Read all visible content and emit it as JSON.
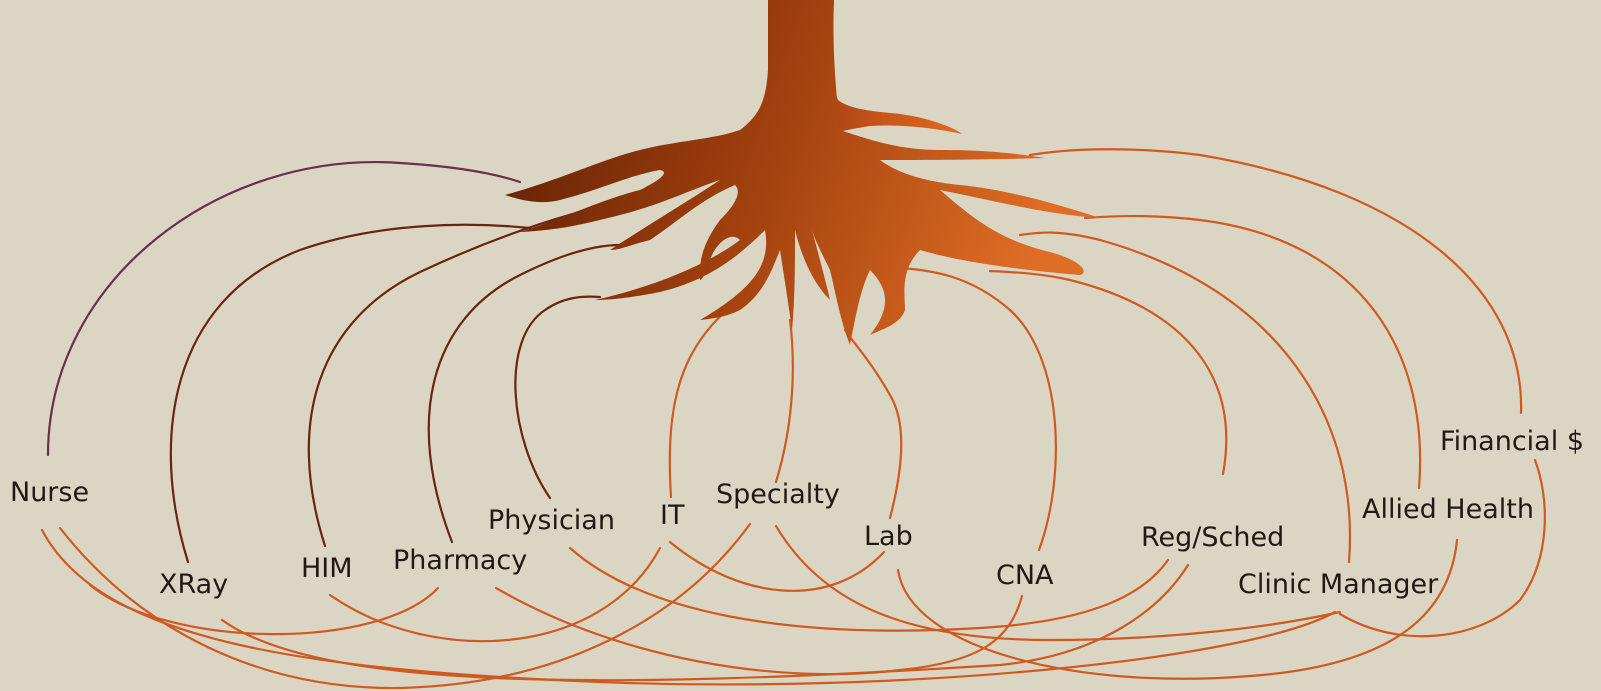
{
  "nodes": [
    {
      "id": "nurse",
      "label": "Nurse"
    },
    {
      "id": "xray",
      "label": "XRay"
    },
    {
      "id": "him",
      "label": "HIM"
    },
    {
      "id": "pharmacy",
      "label": "Pharmacy"
    },
    {
      "id": "physician",
      "label": "Physician"
    },
    {
      "id": "it",
      "label": "IT"
    },
    {
      "id": "specialty",
      "label": "Specialty"
    },
    {
      "id": "lab",
      "label": "Lab"
    },
    {
      "id": "cna",
      "label": "CNA"
    },
    {
      "id": "regsched",
      "label": "Reg/Sched"
    },
    {
      "id": "clinic_manager",
      "label": "Clinic Manager"
    },
    {
      "id": "allied_health",
      "label": "Allied Health"
    },
    {
      "id": "financial",
      "label": "Financial $"
    }
  ],
  "colors": {
    "background": "#dbd6c4",
    "root_dark": "#6e2508",
    "root_mid": "#a8440c",
    "root_light": "#d9621e",
    "line_orange": "#cf5a20",
    "line_brown": "#6a2410",
    "line_purple": "#6b2f49",
    "text": "#1f1a14"
  }
}
